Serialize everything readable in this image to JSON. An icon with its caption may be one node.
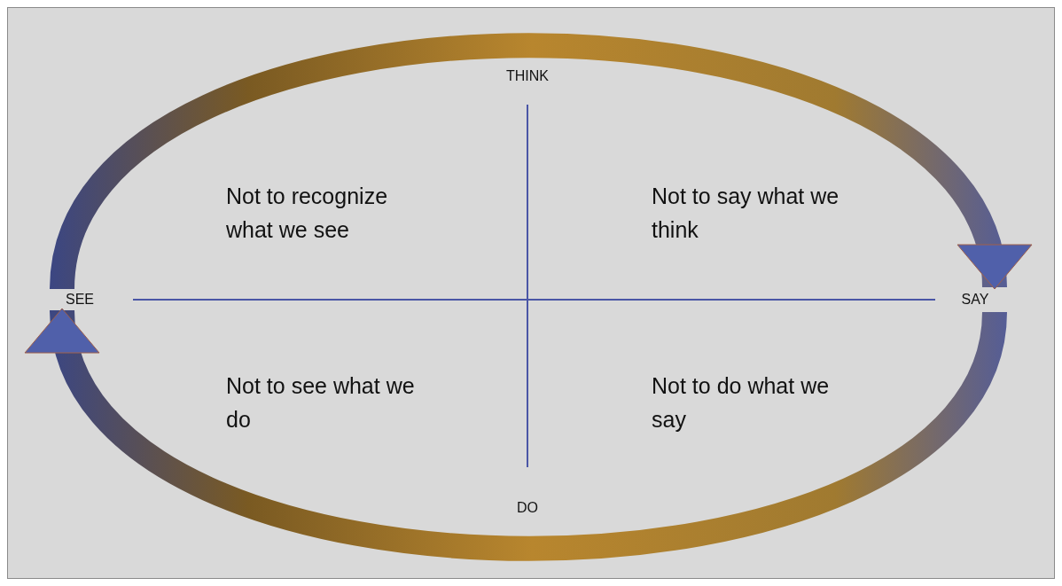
{
  "diagram": {
    "nodes": [
      {
        "text": [
          "THINK"
        ]
      },
      {
        "text": [
          "SEE"
        ]
      },
      {
        "text": [
          "SAY"
        ]
      },
      {
        "text": [
          "DO"
        ]
      }
    ],
    "edges": [
      {
        "from": 1,
        "to": 2,
        "arrow": "to",
        "style": "thick"
      },
      {
        "from": 2,
        "to": 1,
        "arrow": "to",
        "style": "thick"
      }
    ],
    "labels": [
      "Not to recognize what we see",
      "Not to say what we think",
      "Not to see what we do",
      "Not to do what we say"
    ]
  }
}
